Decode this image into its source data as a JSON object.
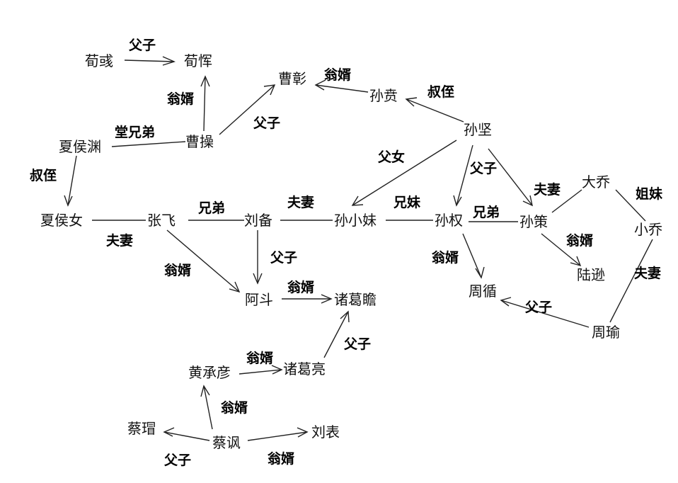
{
  "nodes": {
    "xunyu": "荀彧",
    "xunyun": "荀恽",
    "caozhang": "曹彰",
    "sunben": "孙贲",
    "caocao": "曹操",
    "sunjian": "孙坚",
    "xiahouyuan": "夏侯渊",
    "xiahounv": "夏侯女",
    "zhangfei": "张飞",
    "liubei": "刘备",
    "sunxiaomei": "孙小妹",
    "sunquan": "孙权",
    "sunce": "孙策",
    "daqiao": "大乔",
    "xiaoqiao": "小乔",
    "luxun": "陆逊",
    "adou": "阿斗",
    "zhugezhan": "诸葛瞻",
    "zhouxun": "周循",
    "zhouyu": "周瑜",
    "huangchengyan": "黄承彦",
    "zhugeliang": "诸葛亮",
    "caimao": "蔡瑁",
    "caifeng": "蔡讽",
    "liubiao": "刘表"
  },
  "relations": {
    "xunyu_xunyun": "父子",
    "caocao_xunyun": "翁婿",
    "caocao_caozhang": "父子",
    "sunben_caozhang": "翁婿",
    "sunjian_sunben": "叔侄",
    "xiahouyuan_caocao": "堂兄弟",
    "xiahouyuan_xiahounv": "叔侄",
    "xiahounv_zhangfei": "夫妻",
    "zhangfei_liubei": "兄弟",
    "liubei_sunxiaomei": "夫妻",
    "sunjian_sunxiaomei": "父女",
    "sunxiaomei_sunquan": "兄妹",
    "sunjian_sunquan_sunce": "父子",
    "sunquan_sunce": "兄弟",
    "sunce_daqiao": "夫妻",
    "daqiao_xiaoqiao": "姐妹",
    "sunce_luxun": "翁婿",
    "sunquan_zhouxun": "翁婿",
    "xiaoqiao_zhouyu": "夫妻",
    "zhouyu_zhouxun": "父子",
    "liubei_adou": "父子",
    "zhangfei_adou": "翁婿",
    "adou_zhugezhan": "翁婿",
    "zhugeliang_zhugezhan": "父子",
    "huangchengyan_zhugeliang": "翁婿",
    "caifeng_huangchengyan": "翁婿",
    "caifeng_caimao": "父子",
    "caifeng_liubiao": "翁婿"
  }
}
